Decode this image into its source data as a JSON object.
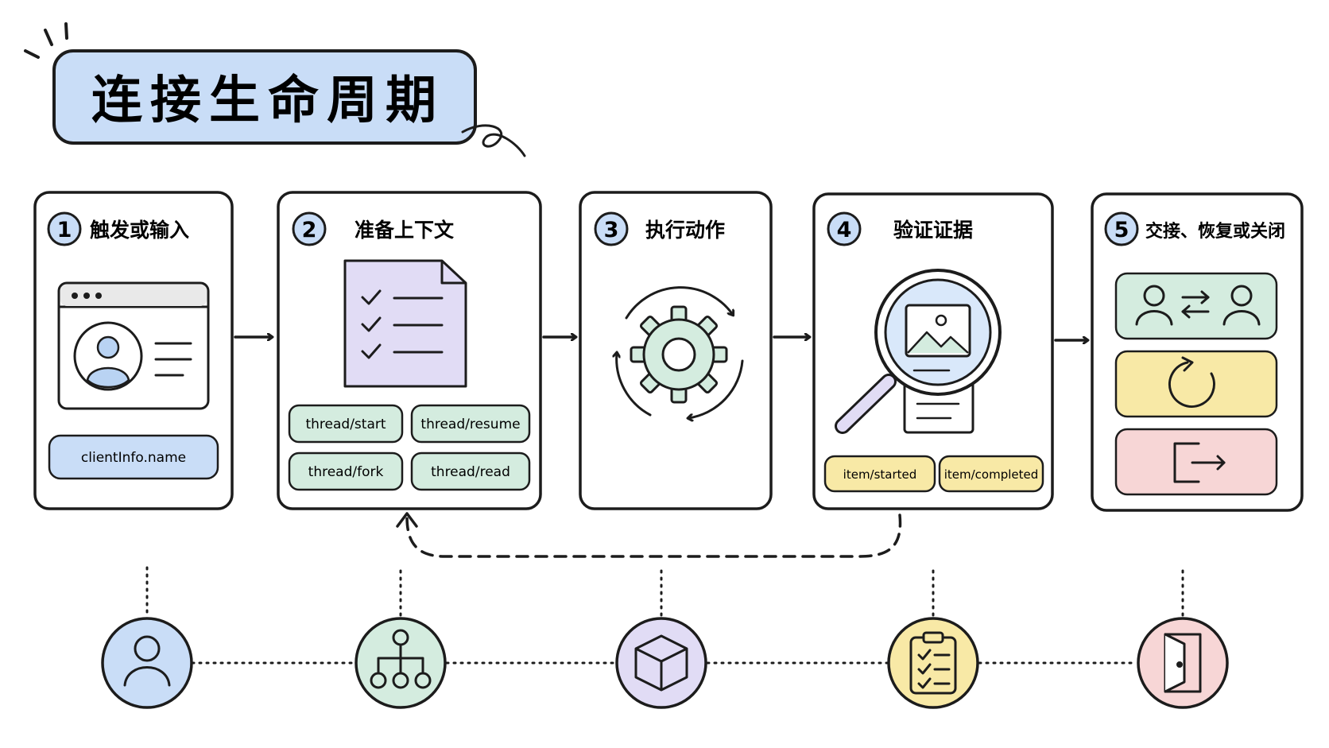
{
  "title": "连接生命周期",
  "colors": {
    "ink": "#1c1c1c",
    "blue": "#c9ddf7",
    "green": "#d4ecdf",
    "purple": "#e1dcf5",
    "yellow": "#f8e9a6",
    "red": "#f7d6d6"
  },
  "steps": [
    {
      "number": "1",
      "title": "触发或输入",
      "chips": [
        "clientInfo.name"
      ],
      "icon": "browser-profile-icon"
    },
    {
      "number": "2",
      "title": "准备上下文",
      "chips": [
        "thread/start",
        "thread/resume",
        "thread/fork",
        "thread/read"
      ],
      "icon": "checklist-document-icon"
    },
    {
      "number": "3",
      "title": "执行动作",
      "chips": [],
      "icon": "gear-cycle-icon"
    },
    {
      "number": "4",
      "title": "验证证据",
      "chips": [
        "item/started",
        "item/completed"
      ],
      "icon": "magnifier-evidence-icon"
    },
    {
      "number": "5",
      "title": "交接、恢复或关闭",
      "chips": [],
      "icon": "handoff-restore-close-icons"
    }
  ],
  "timeline_icons": [
    "user-icon",
    "hierarchy-icon",
    "cube-icon",
    "clipboard-icon",
    "door-exit-icon"
  ]
}
